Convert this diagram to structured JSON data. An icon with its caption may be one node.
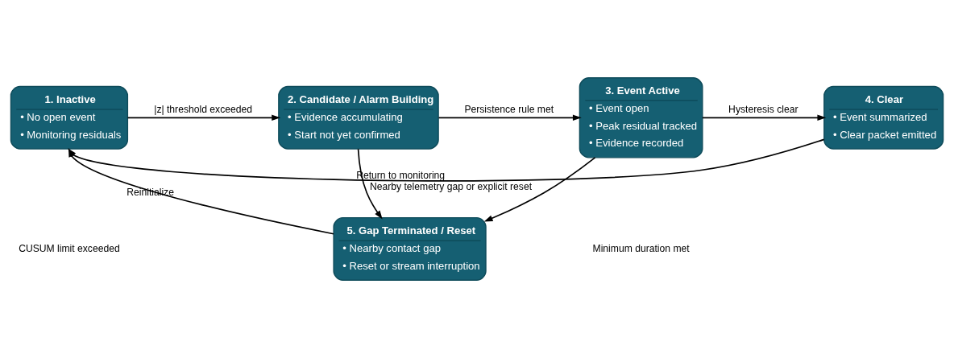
{
  "diagram": {
    "nodes": [
      {
        "text": [
          "1. Inactive",
          "• No open event",
          "• Monitoring residuals"
        ]
      },
      {
        "text": [
          "2. Candidate / Alarm Building",
          "• Evidence accumulating",
          "• Start not yet confirmed"
        ]
      },
      {
        "text": [
          "3. Event Active",
          "• Event open",
          "• Peak residual tracked",
          "• Evidence recorded"
        ]
      },
      {
        "text": [
          "4. Clear",
          "• Event summarized",
          "• Clear packet emitted"
        ]
      },
      {
        "text": [
          "5. Gap Terminated / Reset",
          "• Nearby contact gap",
          "• Reset or stream interruption"
        ]
      }
    ],
    "edges": [
      {
        "from": 0,
        "to": 1,
        "arrow": "to",
        "label": "|z| threshold exceeded"
      },
      {
        "from": 1,
        "to": 2,
        "arrow": "to",
        "label": "Persistence rule met"
      },
      {
        "from": 2,
        "to": 3,
        "arrow": "to",
        "label": "Hysteresis clear"
      },
      {
        "from": 1,
        "to": 4,
        "arrow": "to",
        "label": "Nearby telemetry gap or explicit reset"
      },
      {
        "from": 2,
        "to": 4,
        "arrow": "to"
      },
      {
        "from": 4,
        "to": 0,
        "arrow": "to",
        "label": "Reinitialize"
      },
      {
        "from": 3,
        "to": 0,
        "arrow": "to",
        "label": "Return to monitoring"
      }
    ],
    "labels": [
      "CUSUM limit exceeded",
      "Minimum duration met"
    ]
  }
}
